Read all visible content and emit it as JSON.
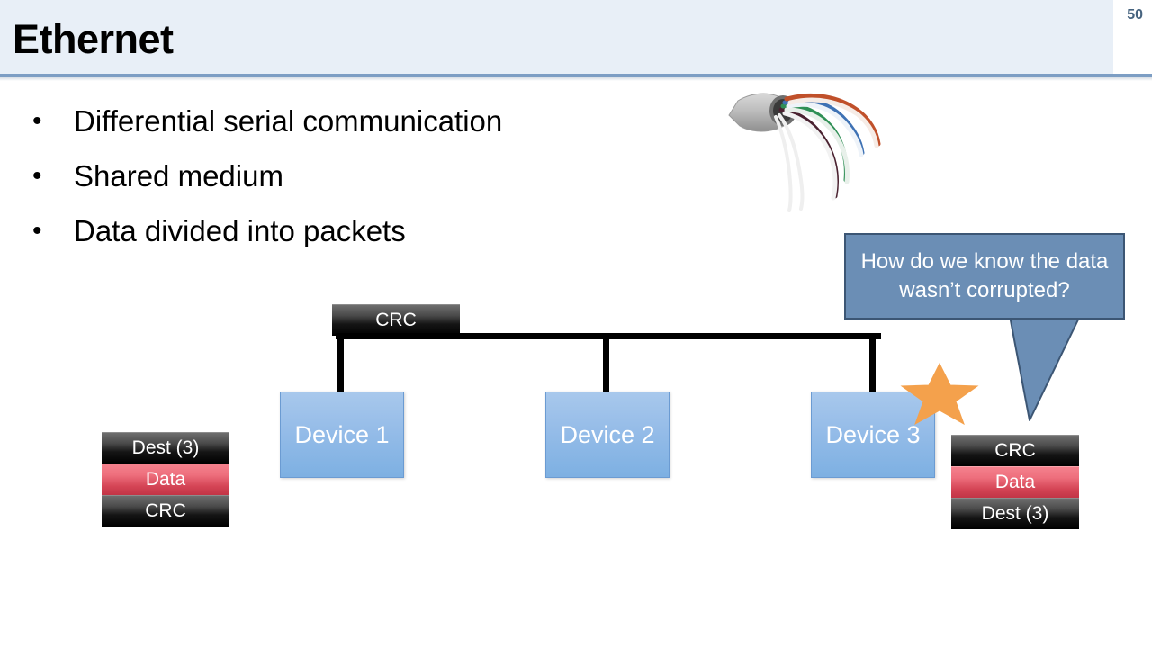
{
  "header": {
    "title": "Ethernet",
    "page_number": "50",
    "band_color": "#e8eff7",
    "rule_color": "#7d9ec4"
  },
  "bullets": [
    {
      "marker": "•",
      "text": "Differential serial communication"
    },
    {
      "marker": "•",
      "text": "Shared medium"
    },
    {
      "marker": "•",
      "text": "Data divided into packets"
    }
  ],
  "cable": {
    "name": "utp-ethernet-cable-photo",
    "jacket_color": "#bcbcbc",
    "pair_colors": [
      "#5b3a3a",
      "#3f72b4",
      "#2f8f55",
      "#c0502a"
    ]
  },
  "callout": {
    "text": "How do we know the data wasn’t corrupted?",
    "fill_color": "#6b8eb5",
    "border_color": "#3c5674",
    "text_color": "#ffffff"
  },
  "diagram": {
    "bus_color": "#000000",
    "top_packet": {
      "label": "CRC",
      "kind": "dark"
    },
    "devices": [
      {
        "label": "Device 1"
      },
      {
        "label": "Device 2"
      },
      {
        "label": "Device 3"
      }
    ],
    "device_fill": "#95bce8",
    "device_text_color": "#ffffff",
    "star": {
      "name": "collision-star",
      "color": "#f4a14c",
      "points": 5
    },
    "packet_left": {
      "name": "outgoing-packet-stack",
      "rows": [
        {
          "label": "Dest (3)",
          "kind": "dark"
        },
        {
          "label": "Data",
          "kind": "red"
        },
        {
          "label": "CRC",
          "kind": "dark"
        }
      ]
    },
    "packet_right": {
      "name": "incoming-packet-stack",
      "rows": [
        {
          "label": "CRC",
          "kind": "dark"
        },
        {
          "label": "Data",
          "kind": "red"
        },
        {
          "label": "Dest (3)",
          "kind": "dark"
        }
      ]
    }
  }
}
